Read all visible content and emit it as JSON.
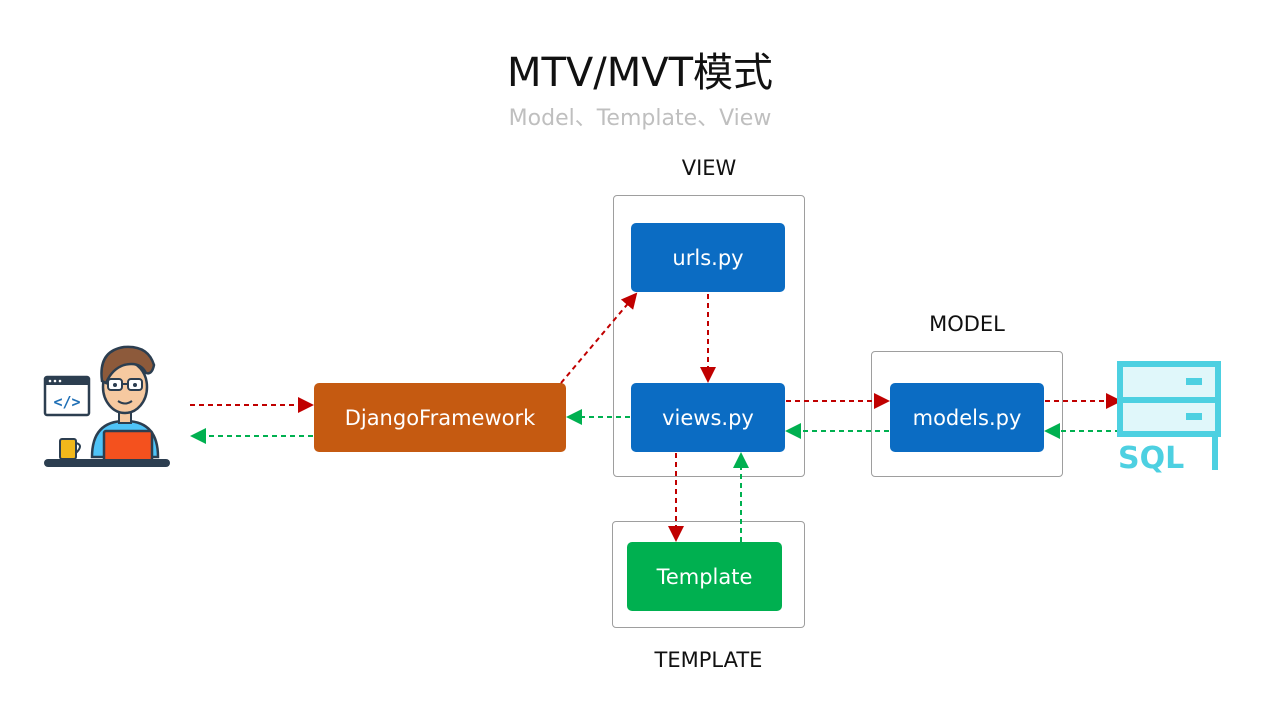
{
  "title": "MTV/MVT模式",
  "subtitle": "Model、Template、View",
  "groups": {
    "view": "VIEW",
    "model": "MODEL",
    "template": "TEMPLATE"
  },
  "nodes": {
    "django": "DjangoFramework",
    "urls": "urls.py",
    "views": "views.py",
    "models": "models.py",
    "template": "Template"
  },
  "database": {
    "label": "SQL",
    "icon": "database-icon"
  },
  "developer": {
    "icon": "developer-icon",
    "code_icon": "code-window-icon"
  },
  "colors": {
    "request_arrow": "#c00000",
    "response_arrow": "#00b050",
    "blue_node": "#0b6cc3",
    "django_node": "#c55a11",
    "template_node": "#00b050",
    "sql": "#4dd0e1"
  }
}
